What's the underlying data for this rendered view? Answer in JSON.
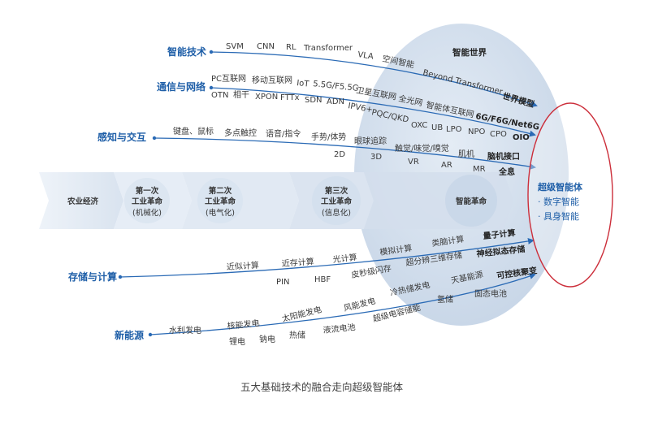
{
  "colors": {
    "accent_blue": "#1f5fa8",
    "arrow_blue": "#2a6ab5",
    "sphere_fill": "#d6e1ee",
    "band_fill": "#e3ebf4",
    "goal_ellipse": "#cc2e3a"
  },
  "categories": {
    "ai": "智能技术",
    "comm": "通信与网络",
    "hci": "感知与交互",
    "compute": "存储与计算",
    "energy": "新能源"
  },
  "ai_terms": [
    "SVM",
    "CNN",
    "RL",
    "Transformer",
    "VLA",
    "空间智能",
    "Beyond Transformer"
  ],
  "ai_end": "世界模型",
  "sphere_title": "智能世界",
  "comm_upper": [
    "PC互联网",
    "移动互联网",
    "IoT",
    "5.5G/F5.5G",
    "卫星互联网",
    "全光网",
    "智能体互联网",
    "6G/F6G/Net6G"
  ],
  "comm_lower": [
    "OTN",
    "相干",
    "XPON",
    "FTTx",
    "SDN",
    "ADN",
    "IPV6+",
    "PQC/QKD",
    "OXC",
    "UB",
    "LPO",
    "NPO",
    "CPO",
    "OIO"
  ],
  "hci_upper": [
    "键盘、鼠标",
    "多点触控",
    "语音/指令",
    "手势/体势",
    "眼球追踪",
    "触觉/味觉/嗅觉",
    "肌机",
    "脑机接口"
  ],
  "hci_lower": [
    "2D",
    "3D",
    "VR",
    "AR",
    "MR",
    "全息"
  ],
  "eras": {
    "agri": "农业经济",
    "r1": "第一次",
    "r1b": "工业革命",
    "r1c": "(机械化)",
    "r2": "第二次",
    "r2b": "工业革命",
    "r2c": "(电气化)",
    "r3": "第三次",
    "r3b": "工业革命",
    "r3c": "(信息化)",
    "smart": "智能革命"
  },
  "goal": {
    "title": "超级智能体",
    "item1": "· 数字智能",
    "item2": "· 具身智能"
  },
  "compute_upper": [
    "近似计算",
    "近存计算",
    "光计算",
    "模拟计算",
    "类脑计算",
    "量子计算"
  ],
  "compute_lower": [
    "PIN",
    "HBF",
    "皮秒级闪存",
    "超分辨三维存储",
    "神经拟态存储"
  ],
  "energy_upper": [
    "水利发电",
    "核能发电",
    "太阳能发电",
    "风能发电",
    "冷热储发电",
    "天基能源",
    "可控核聚变"
  ],
  "energy_lower": [
    "锂电",
    "钠电",
    "热储",
    "液流电池",
    "超级电容储能",
    "氢储",
    "固态电池"
  ],
  "caption": "五大基础技术的融合走向超级智能体"
}
